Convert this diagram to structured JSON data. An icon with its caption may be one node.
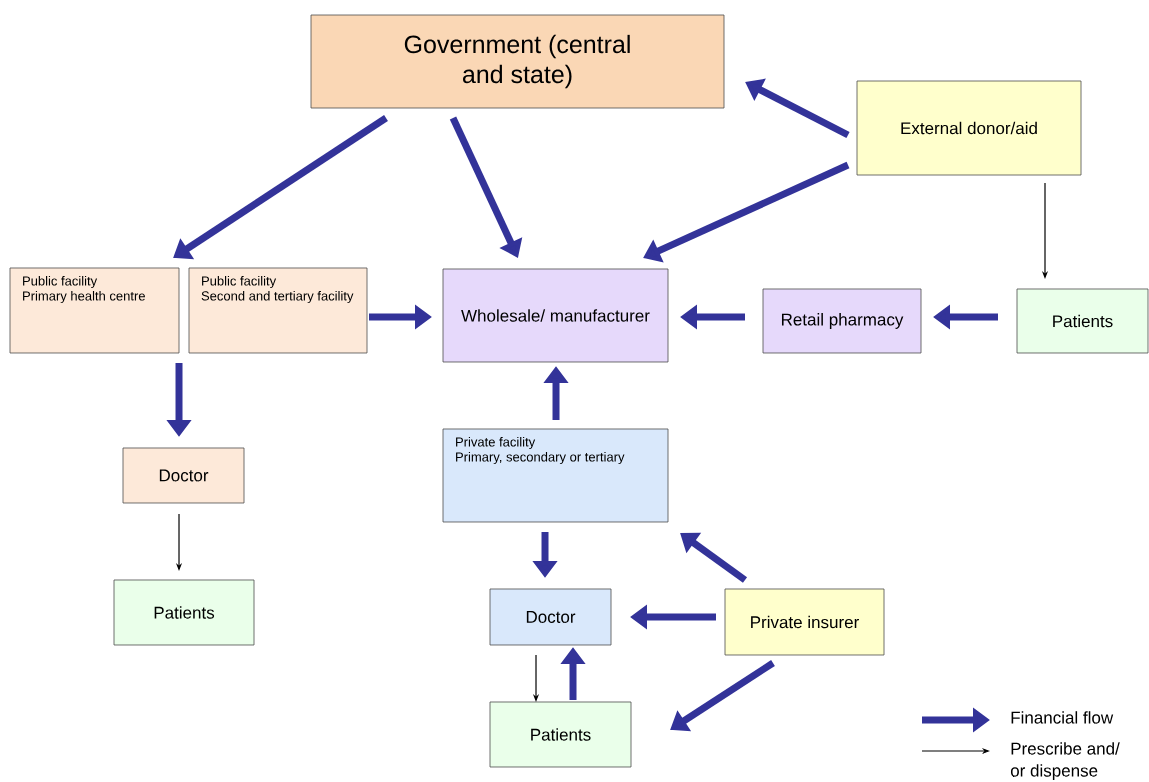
{
  "diagram": {
    "nodes": [
      {
        "text": [
          "Government (central and state)"
        ]
      },
      {
        "text": [
          "External donor/aid"
        ]
      },
      {
        "text": [
          "Public facility",
          "Primary health centre"
        ]
      },
      {
        "text": [
          "Public facility",
          "Second and tertiary facility"
        ]
      },
      {
        "text": [
          "Wholesale/ manufacturer"
        ]
      },
      {
        "text": [
          "Retail pharmacy"
        ]
      },
      {
        "text": [
          "Patients"
        ]
      },
      {
        "text": [
          "Doctor"
        ]
      },
      {
        "text": [
          "Patients"
        ]
      },
      {
        "text": [
          "Private facility",
          "Primary, secondary or tertiary"
        ]
      },
      {
        "text": [
          "Doctor"
        ]
      },
      {
        "text": [
          "Private insurer"
        ]
      },
      {
        "text": [
          "Patients"
        ]
      }
    ],
    "edges": [
      {
        "from": 0,
        "to": 2,
        "arrow": "to"
      },
      {
        "from": 0,
        "to": 4,
        "arrow": "to"
      },
      {
        "from": 1,
        "to": 0,
        "arrow": "to"
      },
      {
        "from": 1,
        "to": 4,
        "arrow": "to"
      },
      {
        "from": 1,
        "to": 6,
        "arrow": "to",
        "color": "#000000"
      },
      {
        "from": 3,
        "to": 4,
        "arrow": "to"
      },
      {
        "from": 5,
        "to": 4,
        "arrow": "to"
      },
      {
        "from": 6,
        "to": 5,
        "arrow": "to"
      },
      {
        "from": 2,
        "to": 7,
        "arrow": "to"
      },
      {
        "from": 7,
        "to": 8,
        "arrow": "to",
        "color": "#000000"
      },
      {
        "from": 9,
        "to": 4,
        "arrow": "to"
      },
      {
        "from": 9,
        "to": 10,
        "arrow": "to"
      },
      {
        "from": 11,
        "to": 9,
        "arrow": "to"
      },
      {
        "from": 11,
        "to": 10,
        "arrow": "to"
      },
      {
        "from": 11,
        "to": 12,
        "arrow": "to"
      },
      {
        "from": 10,
        "to": 12,
        "arrow": "to",
        "color": "#000000"
      },
      {
        "from": 12,
        "to": 10,
        "arrow": "to"
      }
    ],
    "legend": [
      {
        "text": "Financial flow"
      },
      {
        "text": "Prescribe and/ or dispense"
      }
    ]
  }
}
